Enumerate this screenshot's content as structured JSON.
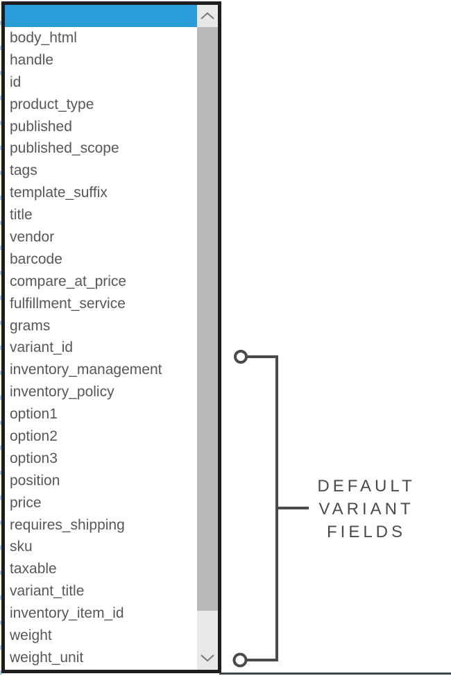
{
  "listbox": {
    "selected_value": "",
    "items": [
      "body_html",
      "handle",
      "id",
      "product_type",
      "published",
      "published_scope",
      "tags",
      "template_suffix",
      "title",
      "vendor",
      "barcode",
      "compare_at_price",
      "fulfillment_service",
      "grams",
      "variant_id",
      "inventory_management",
      "inventory_policy",
      "option1",
      "option2",
      "option3",
      "position",
      "price",
      "requires_shipping",
      "sku",
      "taxable",
      "variant_title",
      "inventory_item_id",
      "weight",
      "weight_unit"
    ],
    "scrollbar": {
      "up_icon": "chevron-up",
      "down_icon": "chevron-down"
    }
  },
  "annotation": {
    "lines": [
      "DEFAULT",
      "VARIANT",
      "FIELDS"
    ]
  },
  "colors": {
    "selection_blue": "#2B9ED9",
    "list_text": "#565759",
    "border_black": "#1D1D1D",
    "scrollbar_track": "#E8E8E8",
    "scrollbar_thumb": "#B9B9B9",
    "bracket_gray": "#4A4A4A",
    "annotation_text": "#4A4A4A",
    "bottom_rule": "#374750",
    "edge_strip": "#FCF7E0"
  }
}
